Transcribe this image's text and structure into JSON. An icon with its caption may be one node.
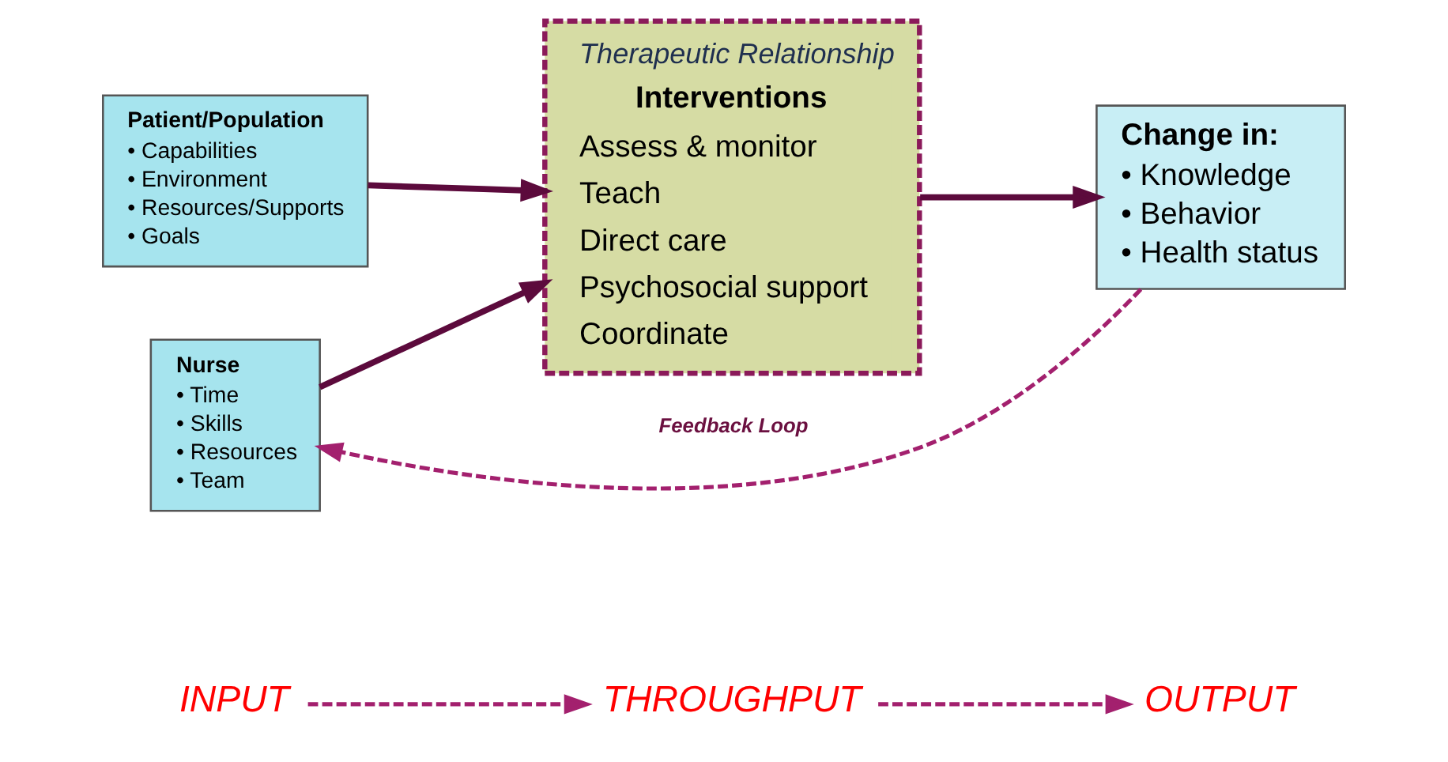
{
  "diagram": {
    "nodes": [
      {
        "text": [
          "INPUT"
        ]
      },
      {
        "text": [
          "THROUGHPUT"
        ]
      },
      {
        "text": [
          "OUTPUT"
        ]
      },
      {
        "text": [
          "Patient/Population",
          "• Capabilities",
          "• Environment",
          "• Resources/Supports",
          "• Goals"
        ]
      },
      {
        "text": [
          "Nurse",
          "• Time",
          "• Skills",
          "• Resources",
          "• Team"
        ]
      },
      {
        "text": [
          "Therapeutic Relationship",
          "Interventions",
          "Assess & monitor",
          "Teach",
          "Direct care",
          "Psychosocial support",
          "Coordinate"
        ]
      },
      {
        "text": [
          "Change in:",
          "• Knowledge",
          "• Behavior",
          "• Health status"
        ]
      }
    ],
    "edges": [
      {
        "from": 0,
        "to": 1,
        "arrow": "to",
        "style": "dashed",
        "color": "#a3206e"
      },
      {
        "from": 1,
        "to": 2,
        "arrow": "to",
        "style": "dashed",
        "color": "#a3206e"
      },
      {
        "from": 3,
        "to": 5,
        "arrow": "to"
      },
      {
        "from": 4,
        "to": 5,
        "arrow": "to"
      },
      {
        "from": 5,
        "to": 6,
        "arrow": "to"
      },
      {
        "from": 6,
        "to": 4,
        "arrow": "to",
        "label": "Feedback Loop",
        "style": "dashed",
        "color": "#a3206e"
      }
    ]
  }
}
